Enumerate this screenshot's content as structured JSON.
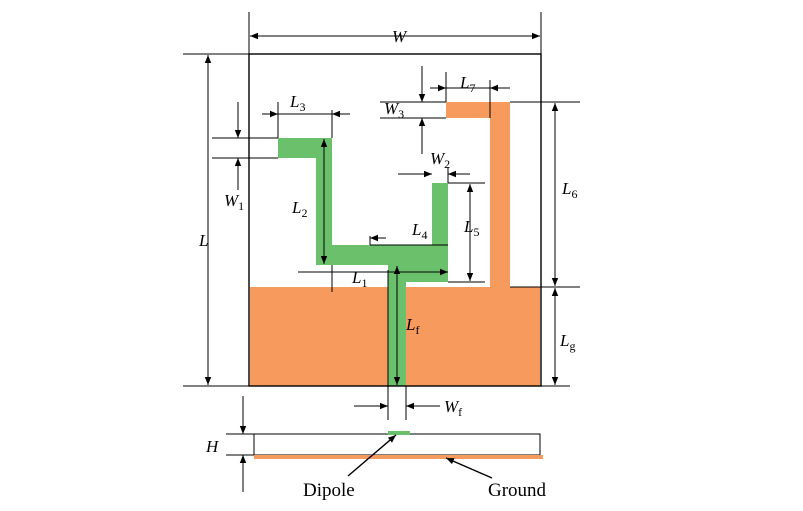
{
  "colors": {
    "ground": "#f79a5e",
    "dipole": "#6bc06b",
    "line": "#000000",
    "background": "#ffffff"
  },
  "labels": {
    "W": {
      "main": "W",
      "sub": ""
    },
    "L": {
      "main": "L",
      "sub": ""
    },
    "L1": {
      "main": "L",
      "sub": "1"
    },
    "L2": {
      "main": "L",
      "sub": "2"
    },
    "L3": {
      "main": "L",
      "sub": "3"
    },
    "L4": {
      "main": "L",
      "sub": "4"
    },
    "L5": {
      "main": "L",
      "sub": "5"
    },
    "L6": {
      "main": "L",
      "sub": "6"
    },
    "L7": {
      "main": "L",
      "sub": "7"
    },
    "Lf": {
      "main": "L",
      "sub": "f"
    },
    "Lg": {
      "main": "L",
      "sub": "g"
    },
    "W1": {
      "main": "W",
      "sub": "1"
    },
    "W2": {
      "main": "W",
      "sub": "2"
    },
    "W3": {
      "main": "W",
      "sub": "3"
    },
    "Wf": {
      "main": "W",
      "sub": "f"
    },
    "H": {
      "main": "H",
      "sub": ""
    }
  },
  "captions": {
    "dipole": "Dipole",
    "ground": "Ground"
  }
}
